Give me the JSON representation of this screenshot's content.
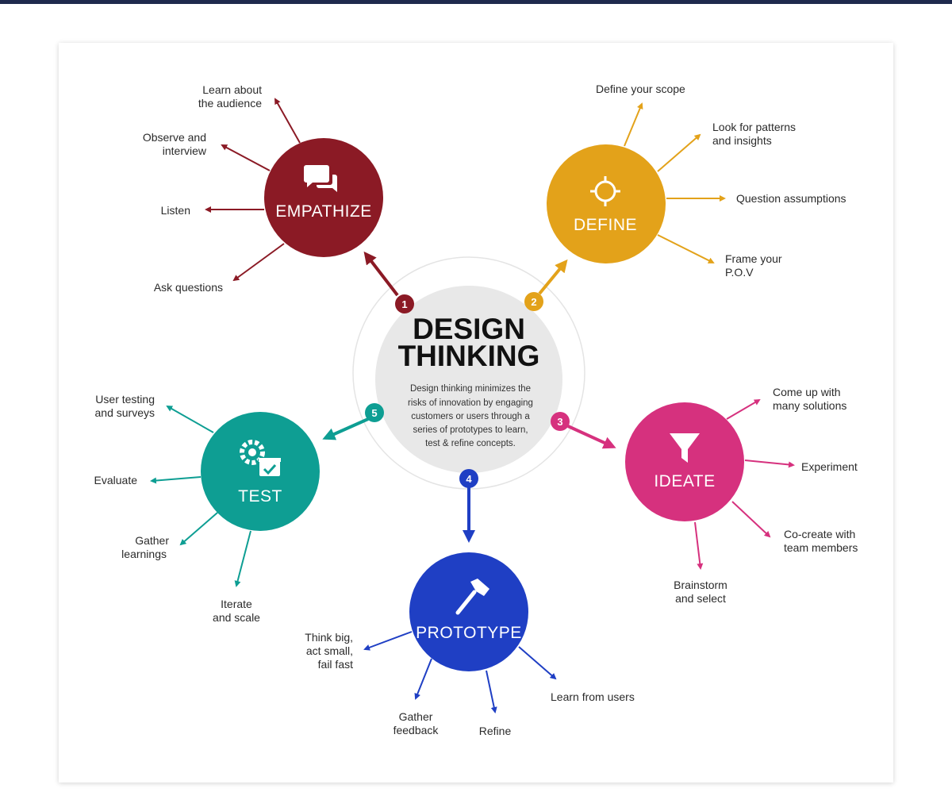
{
  "center": {
    "title_line1": "DESIGN",
    "title_line2": "THINKING",
    "description": [
      "Design thinking minimizes the",
      "risks of innovation by engaging",
      "customers or users through a",
      "series of prototypes to learn,",
      "test & refine concepts."
    ]
  },
  "stages": {
    "empathize": {
      "number": "1",
      "title": "EMPATHIZE",
      "color": "#8b1a25",
      "icon": "chat-bubbles-icon",
      "items": [
        [
          "Learn about",
          "the audience"
        ],
        [
          "Observe and",
          "interview"
        ],
        [
          "Listen"
        ],
        [
          "Ask questions"
        ]
      ]
    },
    "define": {
      "number": "2",
      "title": "DEFINE",
      "color": "#e3a21a",
      "icon": "crosshair-icon",
      "items": [
        [
          "Define your scope"
        ],
        [
          "Look for patterns",
          "and insights"
        ],
        [
          "Question assumptions"
        ],
        [
          "Frame your",
          "P.O.V"
        ]
      ]
    },
    "ideate": {
      "number": "3",
      "title": "IDEATE",
      "color": "#d6317e",
      "icon": "funnel-icon",
      "items": [
        [
          "Come up with",
          "many solutions"
        ],
        [
          "Experiment"
        ],
        [
          "Co-create with",
          "team members"
        ],
        [
          "Brainstorm",
          "and select"
        ]
      ]
    },
    "prototype": {
      "number": "4",
      "title": "PROTOTYPE",
      "color": "#1f3fc4",
      "icon": "hammer-icon",
      "items": [
        [
          "Think big,",
          "act small,",
          "fail fast"
        ],
        [
          "Gather",
          "feedback"
        ],
        [
          "Refine"
        ],
        [
          "Learn from users"
        ]
      ]
    },
    "test": {
      "number": "5",
      "title": "TEST",
      "color": "#0e9e93",
      "icon": "gear-check-icon",
      "items": [
        [
          "User testing",
          "and surveys"
        ],
        [
          "Evaluate"
        ],
        [
          "Gather",
          "learnings"
        ],
        [
          "Iterate",
          "and scale"
        ]
      ]
    }
  }
}
